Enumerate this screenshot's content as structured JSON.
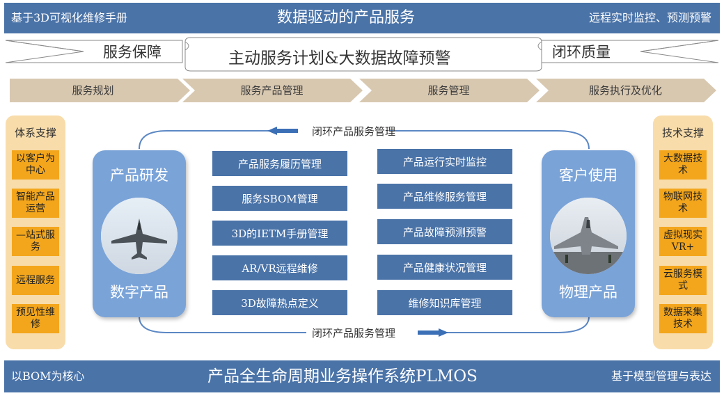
{
  "top_bar": {
    "left": "基于3D可视化维修手册",
    "center": "数据驱动的产品服务",
    "right": "远程实时监控、预测预警"
  },
  "banner": {
    "left_pillar": "服务保障",
    "center_scroll": "主动服务计划&大数据故障预警",
    "right_pillar": "闭环质量"
  },
  "process_steps": [
    "服务规划",
    "服务产品管理",
    "服务管理",
    "服务执行及优化"
  ],
  "left_panel": {
    "title": "体系支撑",
    "items": [
      "以客户为中心",
      "智能产品运营",
      "—站式服务",
      "远程服务",
      "预见性维修"
    ]
  },
  "right_panel": {
    "title": "技术支撑",
    "items": [
      "大数据技术",
      "物联网技术",
      "虚拟现实VR+",
      "云服务模式",
      "数据采集技术"
    ]
  },
  "left_card": {
    "top": "产品研发",
    "bottom": "数字产品"
  },
  "right_card": {
    "top": "客户使用",
    "bottom": "物理产品"
  },
  "flow": {
    "top_label": "闭环产品服务管理",
    "bottom_label": "闭环产品服务管理"
  },
  "middle_left": [
    "产品服务履历管理",
    "服务SBOM管理",
    "3D的IETM手册管理",
    "AR/VR远程维修",
    "3D故障热点定义"
  ],
  "middle_right": [
    "产品运行实时监控",
    "产品维修服务管理",
    "产品故障预测预警",
    "产品健康状况管理",
    "维修知识库管理"
  ],
  "bottom_bar": {
    "left": "以BOM为核心",
    "center": "产品全生命周期业务操作系统PLMOS",
    "right": "基于模型管理与表达"
  },
  "colors": {
    "bar_blue": "#4a73a8",
    "card_blue": "#7aa3d8",
    "chevron_tan": "#d8c8b0",
    "panel_peach": "#f8dcaa",
    "box_orange": "#f3a61c"
  }
}
